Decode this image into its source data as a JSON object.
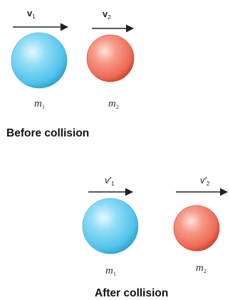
{
  "colors": {
    "ball_large": "#4fc3ea",
    "ball_small": "#ef6a55",
    "arrow": "#222222"
  },
  "before": {
    "v1_symbol": "v",
    "v1_sub": "1",
    "v2_symbol": "v",
    "v2_sub": "2",
    "m1_symbol": "m",
    "m1_sub": "1",
    "m2_symbol": "m",
    "m2_sub": "2",
    "caption": "Before collision"
  },
  "after": {
    "v1_symbol": "v′",
    "v1_sub": "1",
    "v2_symbol": "v′",
    "v2_sub": "2",
    "m1_symbol": "m",
    "m1_sub": "1",
    "m2_symbol": "m",
    "m2_sub": "2",
    "caption": "After collision"
  }
}
